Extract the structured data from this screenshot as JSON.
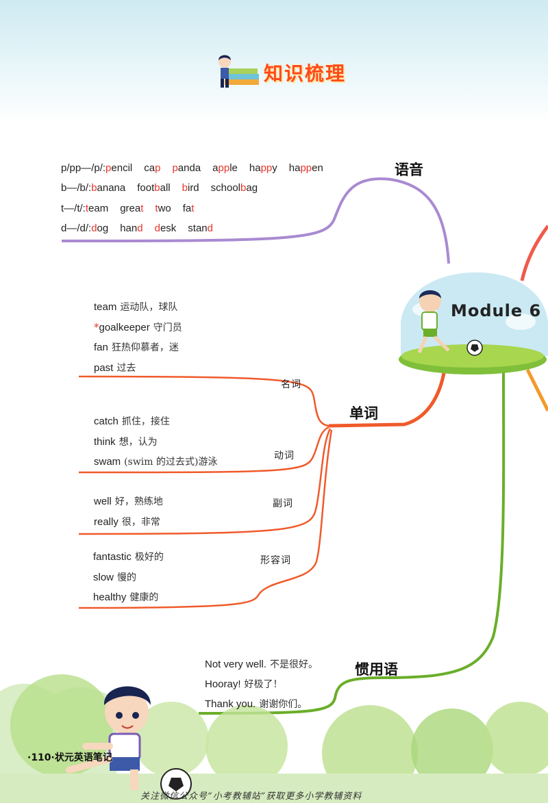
{
  "header": {
    "title": "知识梳理"
  },
  "phonics": {
    "label": "语音",
    "rows": [
      {
        "prefix": "p/pp—/p/:",
        "words": [
          [
            {
              "t": "p",
              "r": true
            },
            {
              "t": "encil",
              "r": false
            }
          ],
          [
            {
              "t": "ca",
              "r": false
            },
            {
              "t": "p",
              "r": true
            }
          ],
          [
            {
              "t": "p",
              "r": true
            },
            {
              "t": "anda",
              "r": false
            }
          ],
          [
            {
              "t": "a",
              "r": false
            },
            {
              "t": "pp",
              "r": true
            },
            {
              "t": "le",
              "r": false
            }
          ],
          [
            {
              "t": "ha",
              "r": false
            },
            {
              "t": "pp",
              "r": true
            },
            {
              "t": "y",
              "r": false
            }
          ],
          [
            {
              "t": "ha",
              "r": false
            },
            {
              "t": "pp",
              "r": true
            },
            {
              "t": "en",
              "r": false
            }
          ]
        ]
      },
      {
        "prefix": "b—/b/:",
        "words": [
          [
            {
              "t": "b",
              "r": true
            },
            {
              "t": "anana",
              "r": false
            }
          ],
          [
            {
              "t": "foot",
              "r": false
            },
            {
              "t": "b",
              "r": true
            },
            {
              "t": "all",
              "r": false
            }
          ],
          [
            {
              "t": "b",
              "r": true
            },
            {
              "t": "ird",
              "r": false
            }
          ],
          [
            {
              "t": "school",
              "r": false
            },
            {
              "t": "b",
              "r": true
            },
            {
              "t": "ag",
              "r": false
            }
          ]
        ]
      },
      {
        "prefix": "t—/t/:",
        "words": [
          [
            {
              "t": "t",
              "r": true
            },
            {
              "t": "eam",
              "r": false
            }
          ],
          [
            {
              "t": "grea",
              "r": false
            },
            {
              "t": "t",
              "r": true
            }
          ],
          [
            {
              "t": "t",
              "r": true
            },
            {
              "t": "wo",
              "r": false
            }
          ],
          [
            {
              "t": "fa",
              "r": false
            },
            {
              "t": "t",
              "r": true
            }
          ]
        ]
      },
      {
        "prefix": "d—/d/:",
        "words": [
          [
            {
              "t": "d",
              "r": true
            },
            {
              "t": "og",
              "r": false
            }
          ],
          [
            {
              "t": "han",
              "r": false
            },
            {
              "t": "d",
              "r": true
            }
          ],
          [
            {
              "t": "d",
              "r": true
            },
            {
              "t": "esk",
              "r": false
            }
          ],
          [
            {
              "t": "stan",
              "r": false
            },
            {
              "t": "d",
              "r": true
            }
          ]
        ]
      }
    ]
  },
  "module_title": "Module 6",
  "vocab": {
    "label": "单词",
    "nouns": {
      "label": "名词",
      "items": [
        {
          "star": "",
          "en": "team",
          "cn": "运动队，球队"
        },
        {
          "star": "*",
          "en": "goalkeeper",
          "cn": "守门员"
        },
        {
          "star": "",
          "en": "fan",
          "cn": "狂热仰慕者，迷"
        },
        {
          "star": "",
          "en": "past",
          "cn": "过去"
        }
      ]
    },
    "verbs": {
      "label": "动词",
      "items": [
        {
          "en": "catch",
          "cn": "抓住，接住"
        },
        {
          "en": "think",
          "cn": "想，认为"
        },
        {
          "en": "swam",
          "cn": "(swim 的过去式)游泳"
        }
      ]
    },
    "adverbs": {
      "label": "副词",
      "items": [
        {
          "en": "well",
          "cn": "好，熟练地"
        },
        {
          "en": "really",
          "cn": "很，非常"
        }
      ]
    },
    "adjectives": {
      "label": "形容词",
      "items": [
        {
          "en": "fantastic",
          "cn": "极好的"
        },
        {
          "en": "slow",
          "cn": "慢的"
        },
        {
          "en": "healthy",
          "cn": "健康的"
        }
      ]
    }
  },
  "idioms": {
    "label": "惯用语",
    "items": [
      {
        "en": "Not very well.",
        "cn": "不是很好。"
      },
      {
        "en": "Hooray!",
        "cn": "好极了！"
      },
      {
        "en": "Thank you.",
        "cn": "谢谢你们。"
      }
    ]
  },
  "page": {
    "number": "·110·",
    "book": "状元英语笔记"
  },
  "footer_note": "关注微信公众号“小考教辅站”获取更多小学教辅资料",
  "colors": {
    "purple": "#a98ad1",
    "orange": "#f05a2a",
    "green": "#6aae2a",
    "red": "#e8342a"
  }
}
